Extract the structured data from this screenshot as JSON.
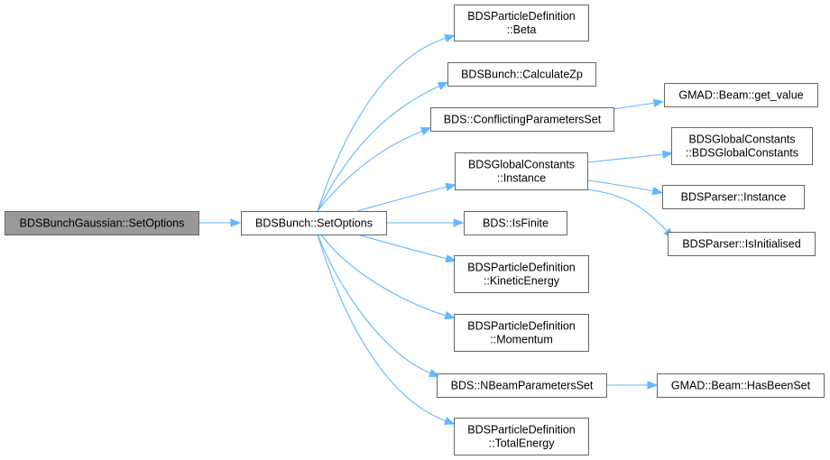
{
  "colors": {
    "edge": "#63b8ff",
    "node_border": "#666666",
    "node_fill": "#ffffff",
    "root_fill": "#999999"
  },
  "nodes": {
    "root": {
      "lines": [
        "BDSBunchGaussian::SetOptions"
      ]
    },
    "setopts": {
      "lines": [
        "BDSBunch::SetOptions"
      ]
    },
    "beta": {
      "lines": [
        "BDSParticleDefinition",
        "::Beta"
      ]
    },
    "calczp": {
      "lines": [
        "BDSBunch::CalculateZp"
      ]
    },
    "conflict": {
      "lines": [
        "BDS::ConflictingParametersSet"
      ]
    },
    "getvalue": {
      "lines": [
        "GMAD::Beam::get_value"
      ]
    },
    "gcinst": {
      "lines": [
        "BDSGlobalConstants",
        "::Instance"
      ]
    },
    "gcctor": {
      "lines": [
        "BDSGlobalConstants",
        "::BDSGlobalConstants"
      ]
    },
    "parserinst": {
      "lines": [
        "BDSParser::Instance"
      ]
    },
    "isinit": {
      "lines": [
        "BDSParser::IsInitialised"
      ]
    },
    "isfinite": {
      "lines": [
        "BDS::IsFinite"
      ]
    },
    "kinetic": {
      "lines": [
        "BDSParticleDefinition",
        "::KineticEnergy"
      ]
    },
    "momentum": {
      "lines": [
        "BDSParticleDefinition",
        "::Momentum"
      ]
    },
    "nbeam": {
      "lines": [
        "BDS::NBeamParametersSet"
      ]
    },
    "hasbeenset": {
      "lines": [
        "GMAD::Beam::HasBeenSet"
      ]
    },
    "totalenergy": {
      "lines": [
        "BDSParticleDefinition",
        "::TotalEnergy"
      ]
    }
  },
  "edges": [
    {
      "from": "root",
      "to": "setopts"
    },
    {
      "from": "setopts",
      "to": "beta"
    },
    {
      "from": "setopts",
      "to": "calczp"
    },
    {
      "from": "setopts",
      "to": "conflict"
    },
    {
      "from": "setopts",
      "to": "gcinst"
    },
    {
      "from": "setopts",
      "to": "isfinite"
    },
    {
      "from": "setopts",
      "to": "kinetic"
    },
    {
      "from": "setopts",
      "to": "momentum"
    },
    {
      "from": "setopts",
      "to": "nbeam"
    },
    {
      "from": "setopts",
      "to": "totalenergy"
    },
    {
      "from": "conflict",
      "to": "getvalue"
    },
    {
      "from": "gcinst",
      "to": "gcctor"
    },
    {
      "from": "gcinst",
      "to": "parserinst"
    },
    {
      "from": "gcinst",
      "to": "isinit"
    },
    {
      "from": "nbeam",
      "to": "hasbeenset"
    }
  ]
}
